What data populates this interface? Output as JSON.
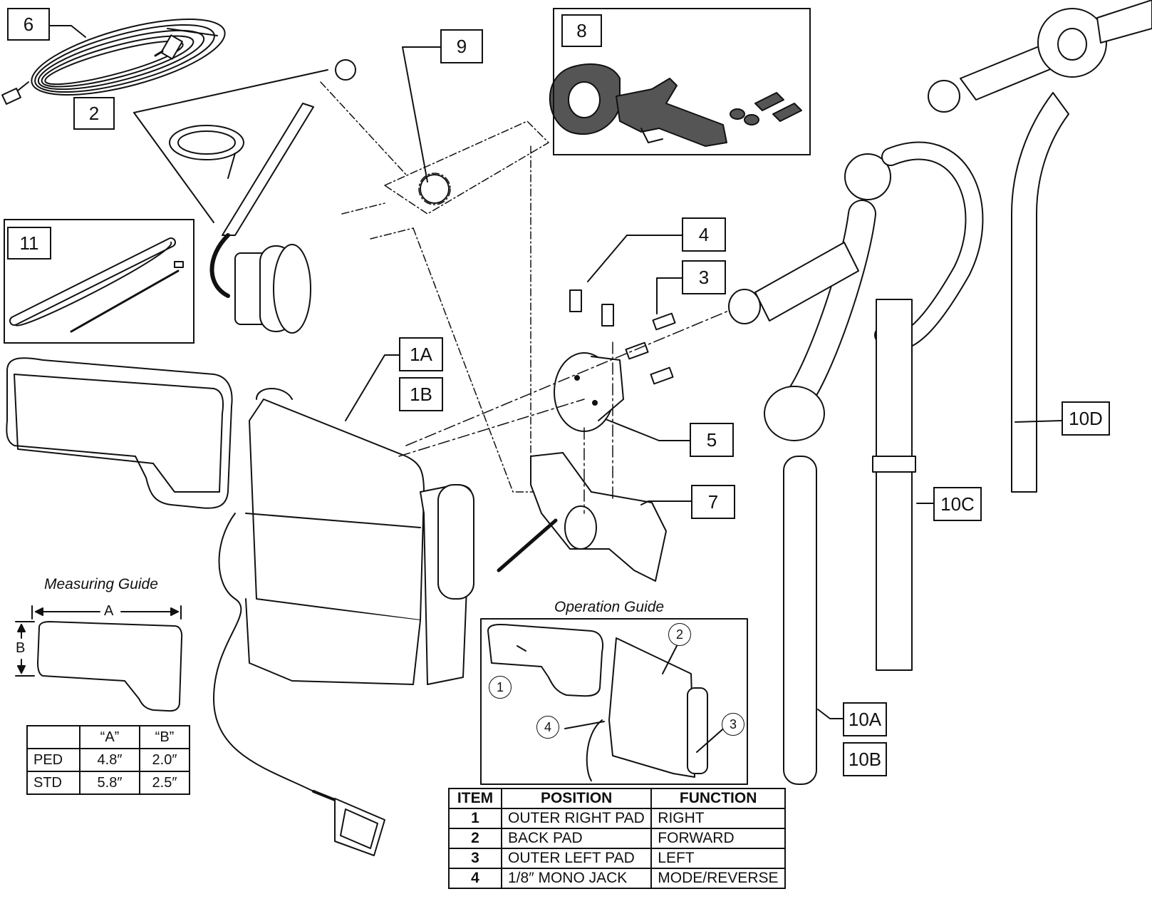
{
  "callouts": {
    "c1A": "1A",
    "c1B": "1B",
    "c2": "2",
    "c3": "3",
    "c4": "4",
    "c5": "5",
    "c6": "6",
    "c7": "7",
    "c8": "8",
    "c9": "9",
    "c10A": "10A",
    "c10B": "10B",
    "c10C": "10C",
    "c10D": "10D",
    "c11": "11"
  },
  "measuring_guide": {
    "title": "Measuring Guide",
    "dim_a": "A",
    "dim_b": "B",
    "headers": [
      "",
      "“A”",
      "“B”"
    ],
    "rows": [
      [
        "PED",
        "4.8″",
        "2.0″"
      ],
      [
        "STD",
        "5.8″",
        "2.5″"
      ]
    ]
  },
  "operation_guide": {
    "title": "Operation Guide",
    "markers": [
      "1",
      "2",
      "3",
      "4"
    ]
  },
  "item_table": {
    "headers": [
      "ITEM",
      "POSITION",
      "FUNCTION"
    ],
    "rows": [
      [
        "1",
        "OUTER RIGHT PAD",
        "RIGHT"
      ],
      [
        "2",
        "BACK PAD",
        "FORWARD"
      ],
      [
        "3",
        "OUTER LEFT PAD",
        "LEFT"
      ],
      [
        "4",
        "1/8″ MONO JACK",
        "MODE/REVERSE"
      ]
    ]
  },
  "colors": {
    "ink": "#111111",
    "part_fill": "#ffffff",
    "dark_part": "#555555"
  }
}
